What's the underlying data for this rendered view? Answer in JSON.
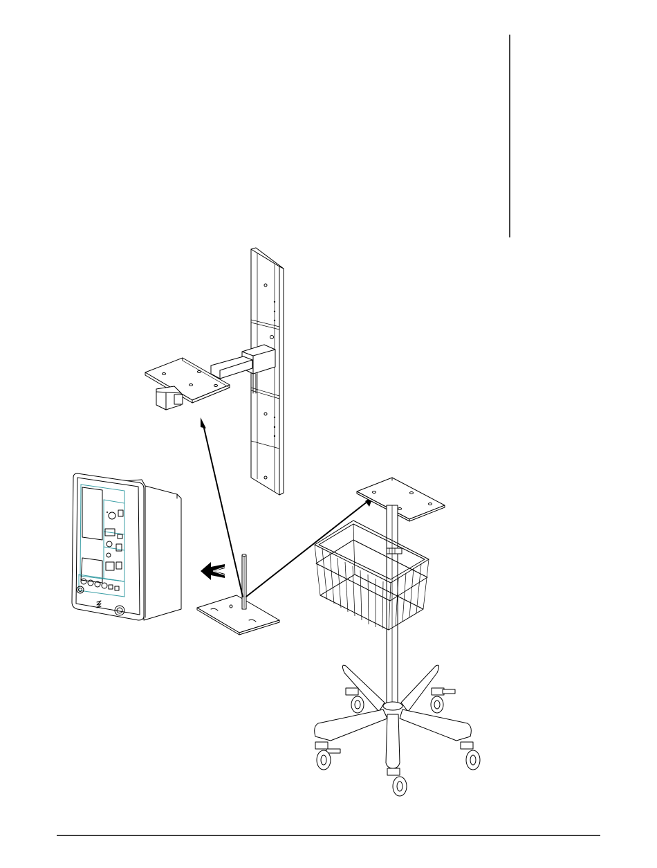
{
  "diagram": {
    "labels": [],
    "components": [
      {
        "id": "wall-mount-channel",
        "desc-icon": "wall-channel-icon"
      },
      {
        "id": "wall-mount-arm-plate",
        "desc-icon": "mount-plate-icon"
      },
      {
        "id": "monitor",
        "desc-icon": "monitor-icon"
      },
      {
        "id": "pole-mount-plate",
        "desc-icon": "adapter-plate-icon"
      },
      {
        "id": "rolling-stand",
        "desc-icon": "rolling-stand-icon"
      },
      {
        "id": "wire-basket",
        "desc-icon": "basket-icon"
      }
    ],
    "colors": {
      "line": "#000000",
      "display-accent": "#3a9ea5",
      "background": "#ffffff"
    }
  }
}
